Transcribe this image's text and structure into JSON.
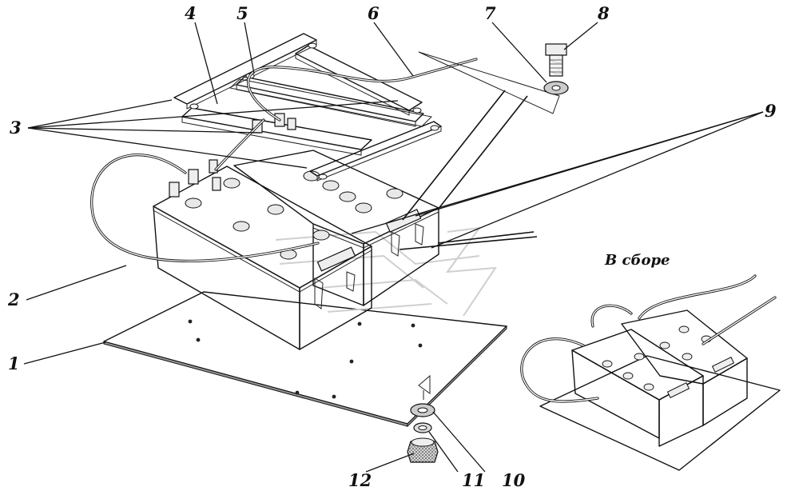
{
  "caption": "В сборе",
  "callouts": [
    {
      "id": "base-plate",
      "label": "1"
    },
    {
      "id": "ground-cable",
      "label": "2"
    },
    {
      "id": "clamp-bolts",
      "label": "3"
    },
    {
      "id": "hold-down-bar",
      "label": "4"
    },
    {
      "id": "frame-bar",
      "label": "5"
    },
    {
      "id": "positive-cable",
      "label": "6"
    },
    {
      "id": "washer",
      "label": "7"
    },
    {
      "id": "bolt",
      "label": "8"
    },
    {
      "id": "tie-rods",
      "label": "9"
    },
    {
      "id": "flat-washer",
      "label": "10"
    },
    {
      "id": "spring-washer",
      "label": "11"
    },
    {
      "id": "nut",
      "label": "12"
    }
  ]
}
